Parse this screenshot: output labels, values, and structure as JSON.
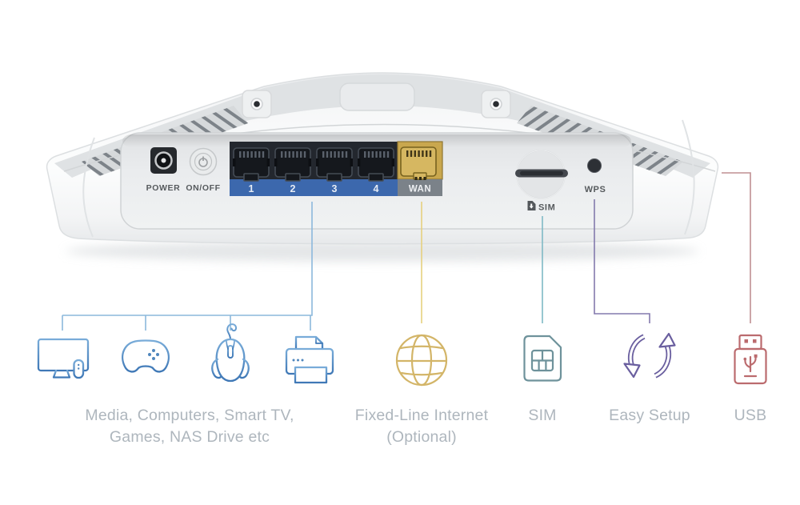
{
  "device": {
    "power_label": "POWER",
    "onoff_label": "ON/OFF",
    "lan_port_numbers": [
      "1",
      "2",
      "3",
      "4"
    ],
    "wan_label": "WAN",
    "sim_label": "SIM",
    "wps_label": "WPS"
  },
  "callouts": {
    "lan": {
      "caption_line1": "Media, Computers, Smart TV,",
      "caption_line2": "Games, NAS Drive etc",
      "line_color": "#8cb8dc",
      "icons": [
        "tv",
        "gamepad",
        "mouse",
        "printer"
      ]
    },
    "wan": {
      "caption_line1": "Fixed-Line Internet",
      "caption_line2": "(Optional)",
      "line_color": "#e6d07e",
      "icons": [
        "globe"
      ]
    },
    "sim": {
      "caption": "SIM",
      "line_color": "#7fb9c5",
      "icons": [
        "sim-card"
      ]
    },
    "wps": {
      "caption": "Easy Setup",
      "line_color": "#837aad",
      "icons": [
        "sync-arrows"
      ]
    },
    "usb": {
      "caption": "USB",
      "line_color": "#c08f92",
      "icons": [
        "usb-drive"
      ]
    }
  },
  "colors": {
    "lan_band": "#3c68ad",
    "wan_band": "#7b8289",
    "wan_port_gold": "#c9a74e",
    "icon_blue": "#4f86bd",
    "icon_gold": "#d3b568",
    "icon_teal": "#6e929b",
    "icon_purple": "#6a5f9f",
    "icon_red": "#bb6b6e",
    "caption_text": "#aeb6bd",
    "device_body": "#f2f4f5"
  }
}
